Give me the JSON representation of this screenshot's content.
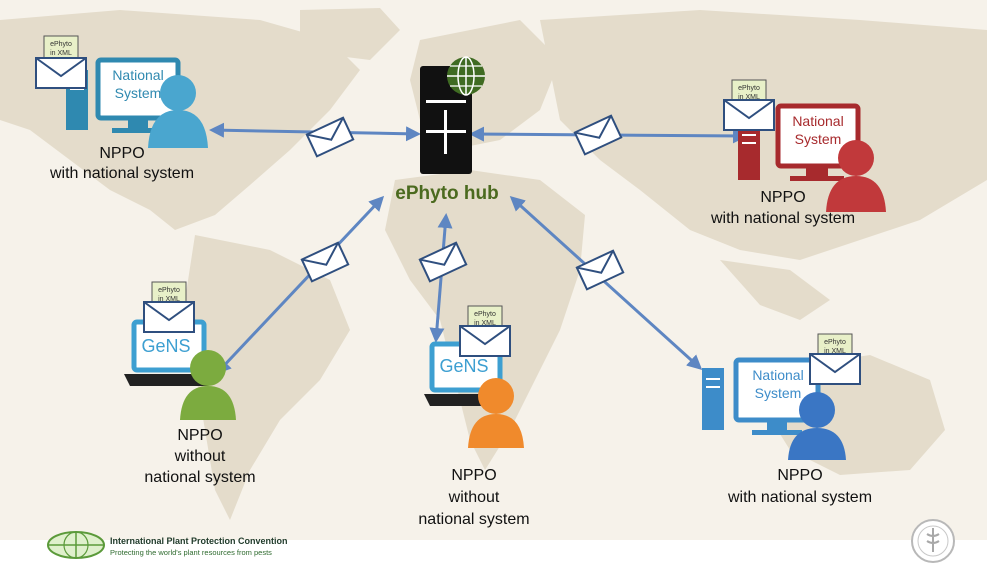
{
  "hub": {
    "title": "ePhyto hub"
  },
  "nodes": [
    {
      "id": "nw",
      "screen_text": [
        "National",
        "System"
      ],
      "caption": [
        "NPPO",
        "with national system"
      ],
      "person_color": "#4aa6cf",
      "system_color": "#2f89b0"
    },
    {
      "id": "ne",
      "screen_text": [
        "National",
        "System"
      ],
      "caption": [
        "NPPO",
        "with national system"
      ],
      "person_color": "#c1393b",
      "system_color": "#a72a2d"
    },
    {
      "id": "sw",
      "screen_text": [
        "GeNS"
      ],
      "caption": [
        "NPPO",
        "without",
        "national system"
      ],
      "person_color": "#7cab3f",
      "system_color": "#3d9fd1"
    },
    {
      "id": "sc",
      "screen_text": [
        "GeNS"
      ],
      "caption": [
        "NPPO",
        "without",
        "national system"
      ],
      "person_color": "#f08a2c",
      "system_color": "#3d9fd1"
    },
    {
      "id": "se",
      "screen_text": [
        "National",
        "System"
      ],
      "caption": [
        "NPPO",
        "with national system"
      ],
      "person_color": "#3a76c4",
      "system_color": "#3d8cc9"
    }
  ],
  "envelope_tag": [
    "ePhyto",
    "in XML"
  ],
  "footer": {
    "ippc_title": "International Plant Protection Convention",
    "ippc_subtitle": "Protecting the world's plant resources from pests"
  },
  "colors": {
    "arrow": "#5e86c2",
    "hub_title": "#4b6a1f",
    "map_land": "#e4dccb",
    "map_sea": "#f6f2ea"
  }
}
